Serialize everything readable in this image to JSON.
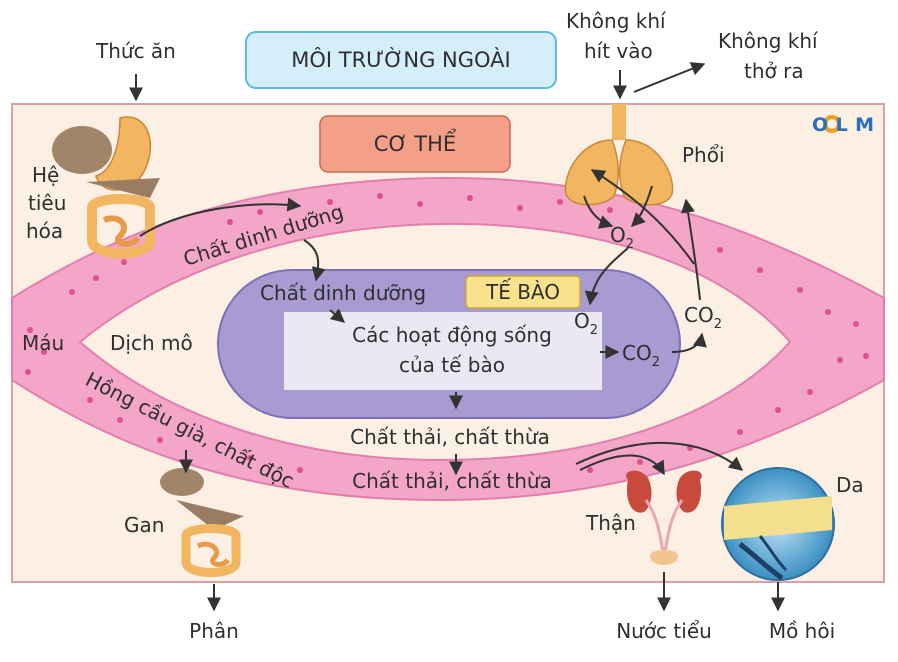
{
  "titles": {
    "environment": "MÔI TRƯỜNG NGOÀI",
    "body": "CƠ THỂ",
    "cell": "TẾ BÀO"
  },
  "brand": "OLM",
  "labels": {
    "food": "Thức ăn",
    "inhaled_air_1": "Không khí",
    "inhaled_air_2": "hít vào",
    "exhaled_air_1": "Không khí",
    "exhaled_air_2": "thở ra",
    "digestive_1": "Hệ",
    "digestive_2": "tiêu",
    "digestive_3": "hóa",
    "lungs": "Phổi",
    "blood": "Máu",
    "tissue_fluid": "Dịch mô",
    "nutrients_in_blood": "Chất dinh dưỡng",
    "nutrients_in_cell": "Chất dinh dưỡng",
    "life_activities_1": "Các hoạt động sống",
    "life_activities_2": "của tế bào",
    "o2_top": "O",
    "o2_cell": "O",
    "co2_cell": "CO",
    "co2_right": "CO",
    "sub_2": "2",
    "waste_tissue": "Chất thải, chất thừa",
    "waste_blood": "Chất thải, chất thừa",
    "old_rbc_toxins": "Hồng cầu già, chất độc",
    "liver": "Gan",
    "kidney": "Thận",
    "skin": "Da",
    "feces": "Phân",
    "urine": "Nước tiểu",
    "sweat": "Mồ hôi"
  },
  "colors": {
    "body_bg": "#fcefe4",
    "body_border": "#d9a0a8",
    "blood_vessel": "#f4a6c8",
    "blood_edge": "#e27fae",
    "blood_dot": "#e0508e",
    "cell_fill": "#a89bd2",
    "cell_inner": "#ebe8f4",
    "env_box": "#d4eefa",
    "env_border": "#5bbbe0",
    "body_box": "#f4a088",
    "cell_tag": "#fbe38e",
    "arrow": "#333333"
  },
  "icons": [
    "digestive-system-icon",
    "lungs-icon",
    "liver-intestine-icon",
    "kidney-icon",
    "skin-section-icon"
  ]
}
